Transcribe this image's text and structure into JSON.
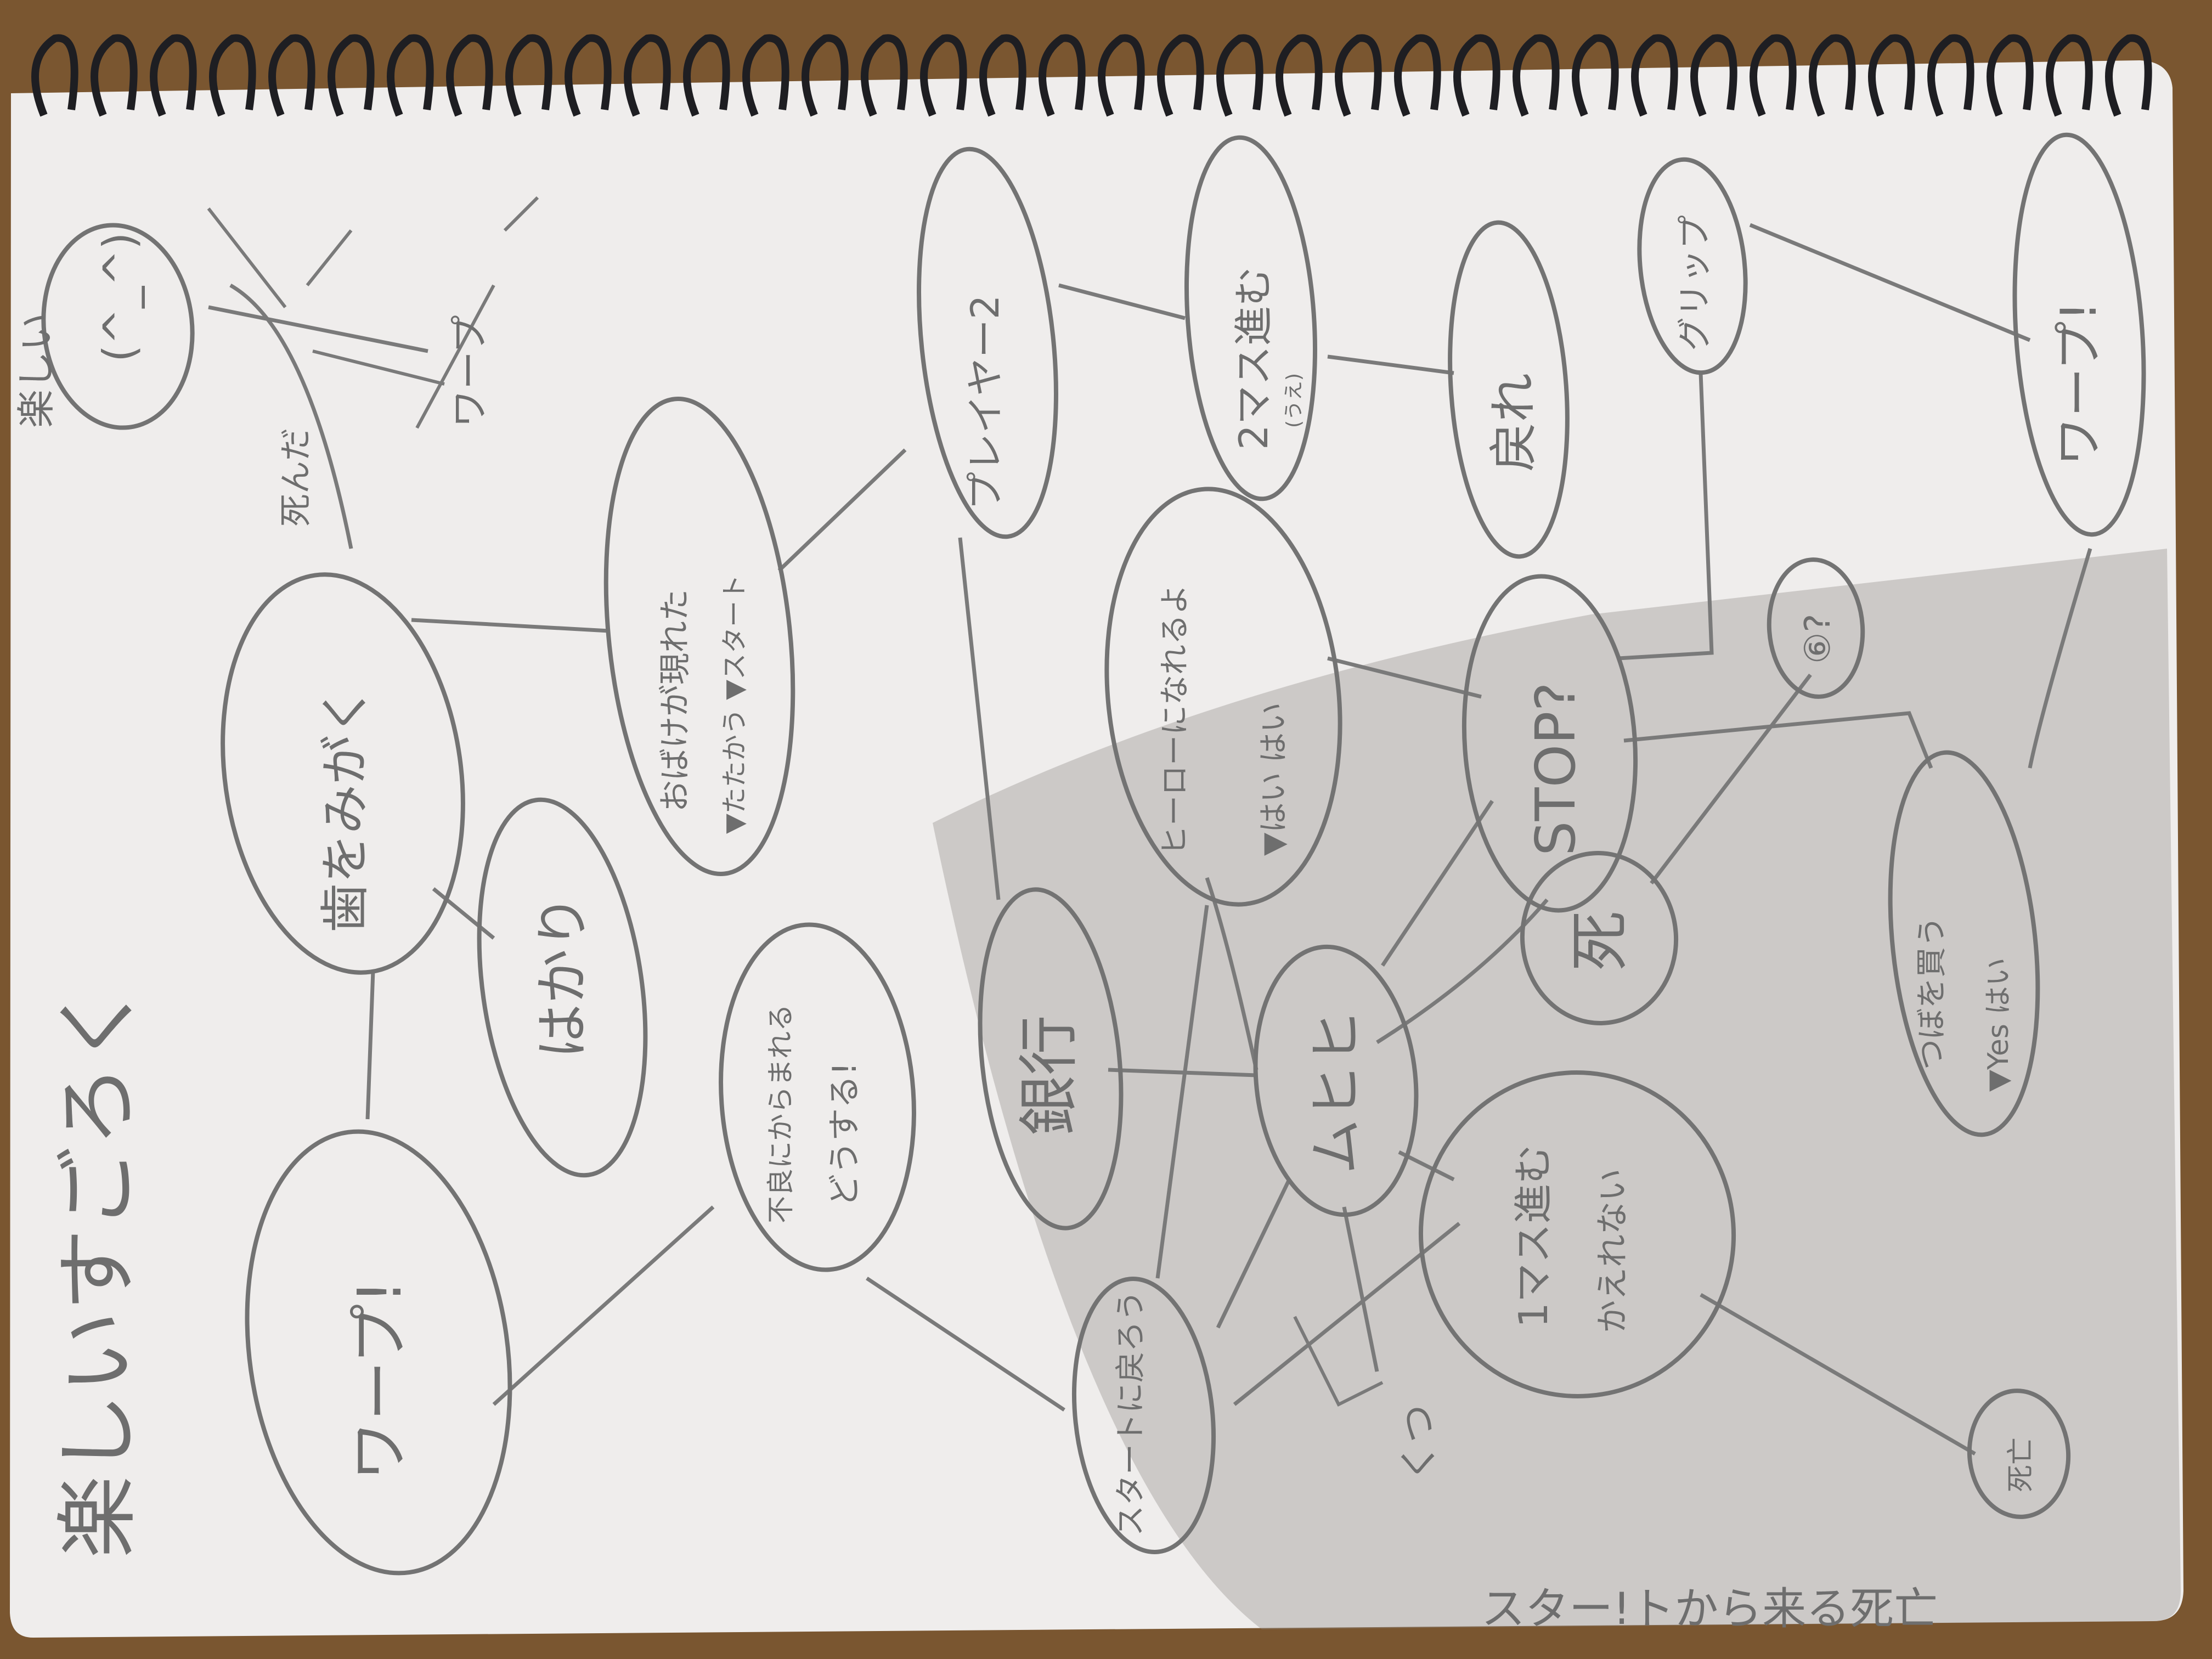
{
  "colors": {
    "table": "#7a5630",
    "paper": "#efedec",
    "pencil": "#6e6e6e",
    "spiral": "#1e1e22"
  },
  "title": "楽しいすごろく",
  "bubbles": {
    "smiley_face": "(^_^)",
    "smiley_caption": "楽しい",
    "warp_small": "ワープ!",
    "warp_big": "ワープ!",
    "grip": "グリップ",
    "reset": "戻れ",
    "advance_two": "2マス進む",
    "advance_two_note": "(うえ)",
    "player_two": "プレイヤー2",
    "ghost_line1": "おばけが現れた",
    "ghost_line2": "▼たたかう ▼スタート",
    "brush_teeth": "歯をみがく",
    "hakari": "はかり",
    "bad_line1": "不良にからまれる",
    "bad_line2": "どうする!",
    "hero_line1": "ヒーローになれるよ",
    "hero_line2": "▼はい はい",
    "stop": "STOP?",
    "mystery": "⑥?",
    "bank": "銀行",
    "start_square": "ムヒヒ",
    "death": "死",
    "back_start": "スタートに戻ろう",
    "one_step_line1": "1マス進む",
    "one_step_line2": "かえれない",
    "buy_line1": "つぼを買う",
    "buy_line2": "▼Yes はい",
    "death_small": "死亡"
  },
  "notes": {
    "dead_label": "死んだ",
    "warp_side": "ワープ",
    "arrow_back": "くつ",
    "bottom_caption": "スター!トから来る死亡"
  }
}
